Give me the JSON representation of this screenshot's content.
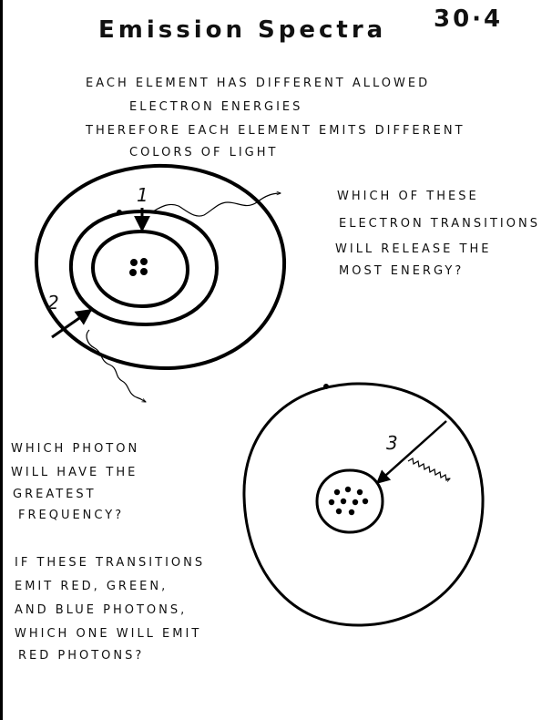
{
  "header": {
    "title": "Emission Spectra",
    "page_number": "30·4"
  },
  "intro": {
    "line1": "Each element has different allowed",
    "line2": "electron energies",
    "line3": "Therefore each element emits different",
    "line4": "colors of light"
  },
  "diagram": {
    "label_1": "1",
    "label_2": "2",
    "label_3": "3"
  },
  "question_energy": {
    "line1": "Which of these",
    "line2": "electron transitions",
    "line3": "will release the",
    "line4": "most energy?"
  },
  "question_frequency": {
    "line1": "Which photon",
    "line2": "will have the",
    "line3": "greatest",
    "line4": "frequency?"
  },
  "question_red": {
    "line1": "If these transitions",
    "line2": "emit red, green,",
    "line3": "and blue photons,",
    "line4": "which one will emit",
    "line5": "red photons?"
  }
}
